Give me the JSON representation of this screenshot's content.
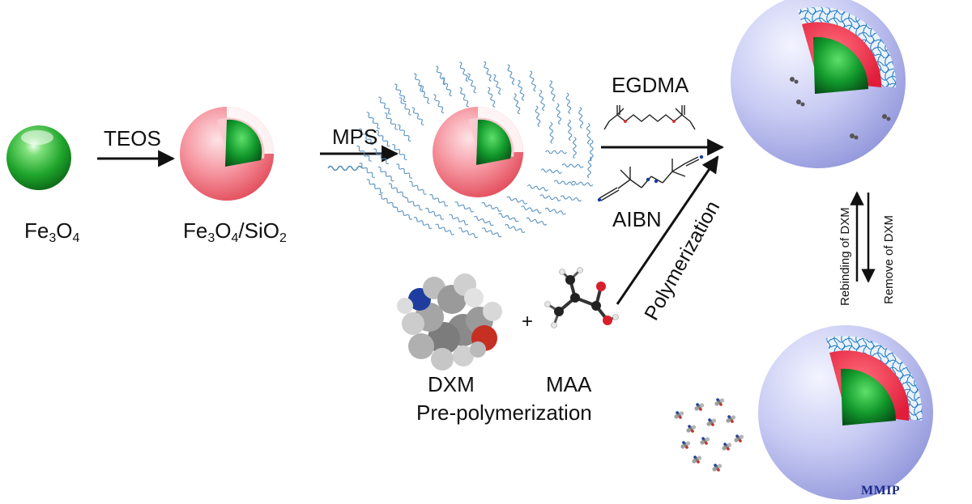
{
  "labels": {
    "fe3o4_main": "Fe",
    "fe3o4_sub3": "3",
    "fe3o4_o": "O",
    "fe3o4_sub4": "4",
    "coated_fe": "Fe",
    "coated_sub3": "3",
    "coated_o": "O",
    "coated_sub4": "4",
    "coated_rest": "/SiO",
    "coated_sub2": "2",
    "teos": "TEOS",
    "mps": "MPS",
    "egdma": "EGDMA",
    "aibn": "AIBN",
    "polymerization": "Polymerization",
    "dxm": "DXM",
    "maa": "MAA",
    "plus": "+",
    "prepolymerization": "Pre-polymerization",
    "rebinding": "Rebinding of DXM",
    "remove": "Remove of DXM",
    "mmip": "MMIP"
  },
  "colors": {
    "core_green": "#1fa52c",
    "shell_red": "#ee3b4f",
    "shell_pink": "#f7a9b0",
    "sphere_lavender": "#c9cdf5",
    "network_blue": "#2b7fc4",
    "arrow": "#111111"
  }
}
